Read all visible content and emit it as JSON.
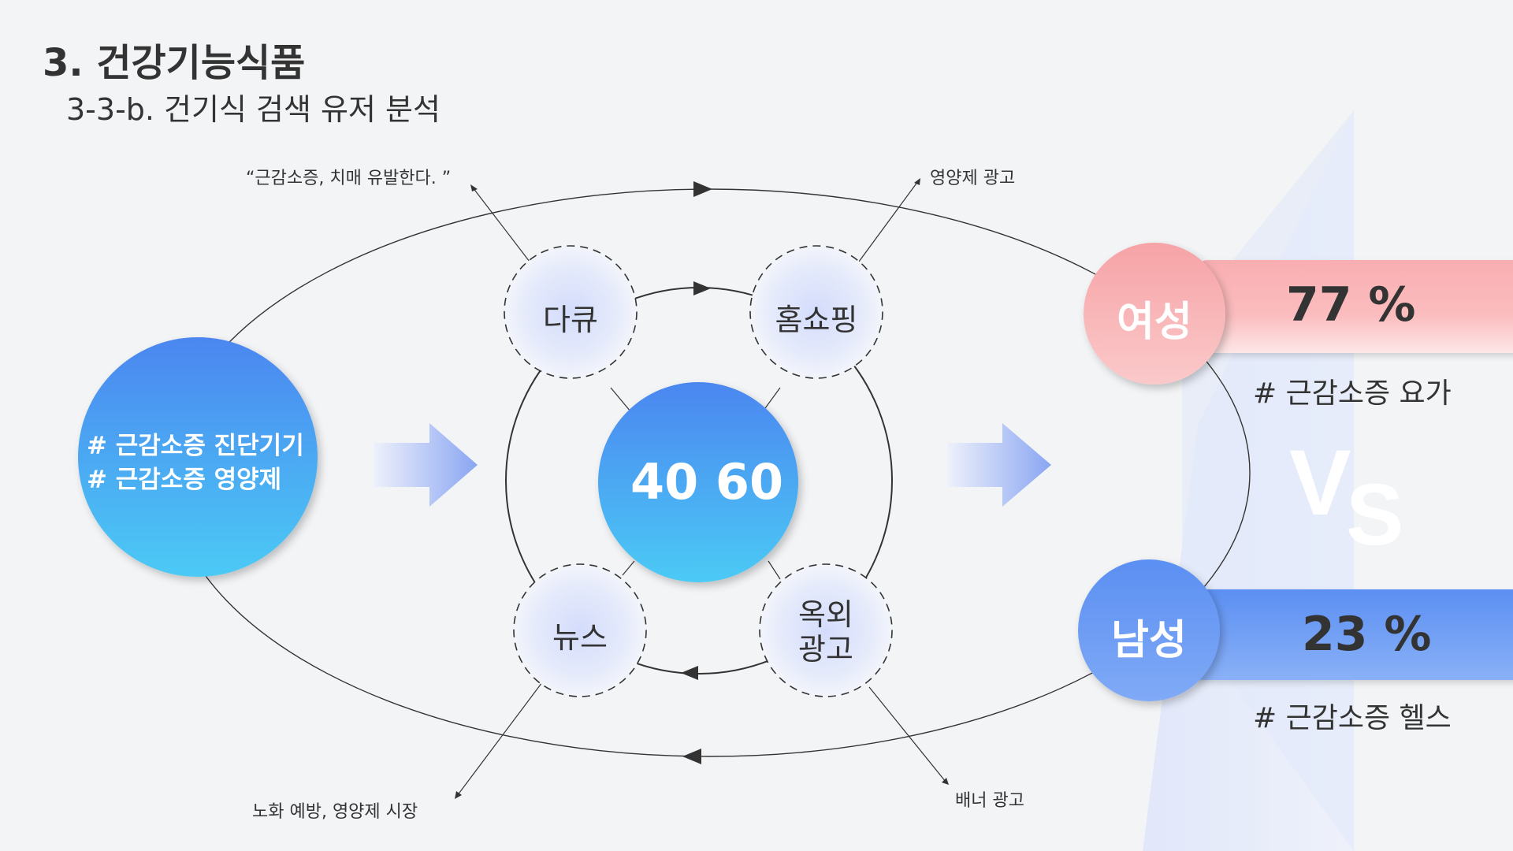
{
  "header": {
    "title": "3. 건강기능식품",
    "subtitle": "3-3-b. 건기식 검색 유저 분석"
  },
  "left_circle": {
    "line1": "# 근감소증 진단기기",
    "line2": "# 근감소증 영양제"
  },
  "center": {
    "label": "40 60"
  },
  "nodes": {
    "documentary": "다큐",
    "home_shopping": "홈쇼핑",
    "news": "뉴스",
    "outdoor_ad_line1": "옥외",
    "outdoor_ad_line2": "광고"
  },
  "notes": {
    "documentary_quote": "“근감소증, 치매 유발한다. ”",
    "home_shopping_note": "영양제 광고",
    "news_note": "노화 예방, 영양제 시장",
    "outdoor_note": "배너 광고"
  },
  "female": {
    "label": "여성",
    "percent": "77 %",
    "hashtag": "# 근감소증 요가",
    "color": "#f7a8aa"
  },
  "male": {
    "label": "남성",
    "percent": "23 %",
    "hashtag": "# 근감소증 헬스",
    "color": "#5b8ff2"
  },
  "vs": {
    "v": "V",
    "s": "S"
  },
  "colors": {
    "accent_blue": "#4a8af0",
    "accent_cyan": "#49c8f5",
    "background": "#f3f4f6"
  }
}
